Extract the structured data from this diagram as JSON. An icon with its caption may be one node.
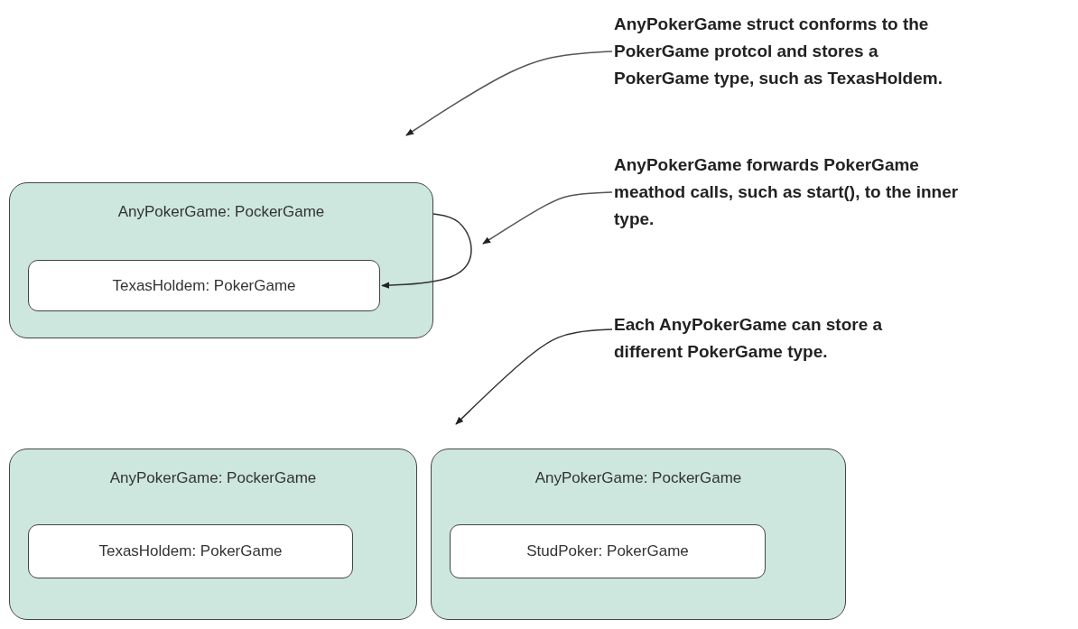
{
  "diagram": {
    "nodes": [
      {
        "text": [
          "AnyPokerGame struct conforms to the PokerGame protcol and stores a PokerGame type, such as TexasHoldem."
        ]
      },
      {
        "text": [
          "AnyPokerGame: PockerGame"
        ]
      },
      {
        "text": [
          "TexasHoldem: PokerGame"
        ],
        "in": 1
      },
      {
        "text": [
          "AnyPokerGame forwards PokerGame meathod calls, such as start(), to the inner type."
        ]
      },
      {
        "text": [
          "Each AnyPokerGame can store a different PokerGame type."
        ]
      },
      {
        "text": [
          "AnyPokerGame: PockerGame"
        ]
      },
      {
        "text": [
          "TexasHoldem: PokerGame"
        ],
        "in": 5
      },
      {
        "text": [
          "AnyPokerGame: PockerGame"
        ]
      },
      {
        "text": [
          "StudPoker: PokerGame"
        ],
        "in": 7
      }
    ],
    "edges": [
      {
        "from": 0,
        "to": null,
        "arrow": "to"
      },
      {
        "from": 1,
        "to": 2,
        "arrow": "to"
      },
      {
        "from": 3,
        "to": null,
        "arrow": "to"
      },
      {
        "from": 4,
        "to": 7,
        "arrow": "to"
      }
    ]
  }
}
